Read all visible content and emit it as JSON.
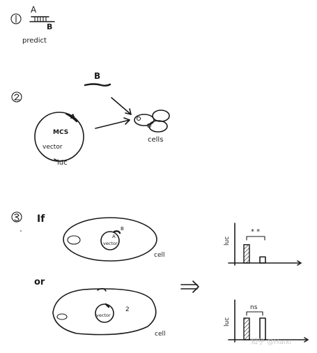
{
  "step1": {
    "number": "①",
    "label_a": "A",
    "label_b": "B",
    "caption": "predict"
  },
  "step2": {
    "number": "②",
    "label_b": "B",
    "plasmid_label_a": "A",
    "plasmid_label_mcs": "MCS",
    "plasmid_label_vector": "vector",
    "plasmid_label_luc": "luc",
    "cells_label": "cells"
  },
  "step3": {
    "number": "③",
    "if_label": "If",
    "or_label": "or",
    "cell1": {
      "vector_label": "vector",
      "label_a": "A",
      "label_b": "B",
      "cell_label": "cell"
    },
    "cell2": {
      "vector_label": "vector",
      "mark": "2",
      "cell_label": "cell"
    },
    "chart1": {
      "ylabel": "luc",
      "annotation": "* *",
      "values": [
        0.75,
        0.25
      ]
    },
    "chart2": {
      "ylabel": "luc",
      "annotation": "ns",
      "values": [
        0.62,
        0.62
      ]
    }
  },
  "watermark": "知乎 @Haixi"
}
